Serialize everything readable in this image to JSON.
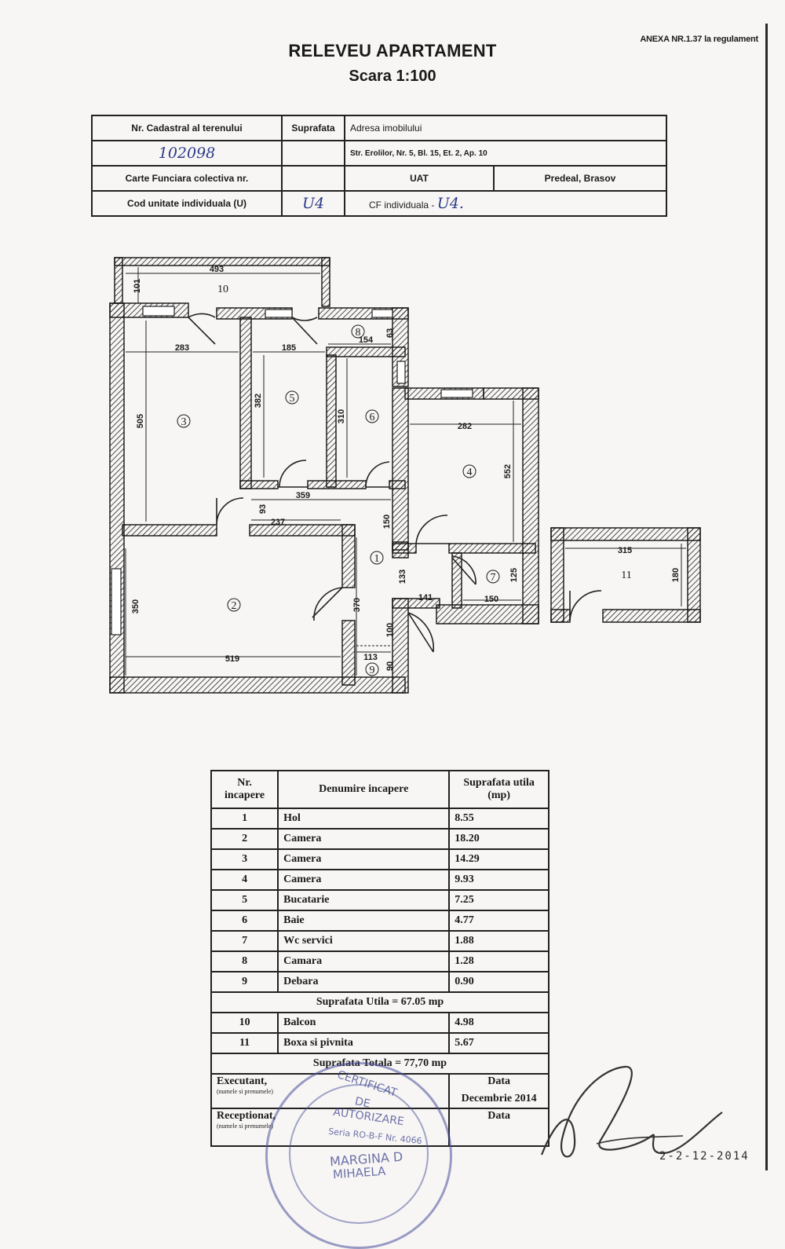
{
  "annex": "ANEXA NR.1.37 la regulament",
  "title": "RELEVEU APARTAMENT",
  "scale": "Scara 1:100",
  "header": {
    "cadastral_label": "Nr. Cadastral al terenului",
    "cadastral_value": "102098",
    "surface_label": "Suprafata",
    "address_label": "Adresa imobilului",
    "address_value": "Str. Erolilor, Nr. 5, Bl. 15, Et. 2, Ap. 10",
    "cf_collective_label": "Carte Funciara colectiva nr.",
    "uat_label": "UAT",
    "uat_value": "Predeal, Brasov",
    "unit_code_label": "Cod unitate individuala   (U)",
    "unit_code_value": "U4",
    "cf_individual_label": "CF   individuala -",
    "cf_individual_value": "U4."
  },
  "plan": {
    "dimensions": [
      "493",
      "101",
      "283",
      "185",
      "154",
      "63",
      "505",
      "382",
      "310",
      "282",
      "552",
      "359",
      "93",
      "237",
      "150",
      "133",
      "141",
      "150",
      "125",
      "315",
      "180",
      "350",
      "370",
      "519",
      "100",
      "113",
      "90"
    ],
    "room_numbers": [
      "1",
      "2",
      "3",
      "4",
      "5",
      "6",
      "7",
      "8",
      "9",
      "10",
      "11"
    ]
  },
  "rooms_table": {
    "headers": {
      "nr": "Nr. incapere",
      "name": "Denumire incapere",
      "area": "Suprafata utila (mp)"
    },
    "rows": [
      {
        "nr": "1",
        "name": "Hol",
        "area": "8.55"
      },
      {
        "nr": "2",
        "name": "Camera",
        "area": "18.20"
      },
      {
        "nr": "3",
        "name": "Camera",
        "area": "14.29"
      },
      {
        "nr": "4",
        "name": "Camera",
        "area": "9.93"
      },
      {
        "nr": "5",
        "name": "Bucatarie",
        "area": "7.25"
      },
      {
        "nr": "6",
        "name": "Baie",
        "area": "4.77"
      },
      {
        "nr": "7",
        "name": "Wc servici",
        "area": "1.88"
      },
      {
        "nr": "8",
        "name": "Camara",
        "area": "1.28"
      },
      {
        "nr": "9",
        "name": "Debara",
        "area": "0.90"
      }
    ],
    "useful_total": "Suprafata Utila = 67.05 mp",
    "extra_rows": [
      {
        "nr": "10",
        "name": "Balcon",
        "area": "4.98"
      },
      {
        "nr": "11",
        "name": "Boxa si pivnita",
        "area": "5.67"
      }
    ],
    "grand_total": "Suprafata Totala = 77,70 mp",
    "executant_label": "Executant,",
    "executant_note": "(numele si prenumele)",
    "receptionat_label": "Receptionat,",
    "receptionat_note": "(numele si prenumele)",
    "date_label": "Data",
    "date_value": "Decembrie 2014",
    "date_label_2": "Data"
  },
  "stamp": {
    "line1": "CERTIFICAT",
    "line2": "DE",
    "line3": "AUTORIZARE",
    "line4": "Seria RO-B-F Nr. 4066",
    "line5": "MARGINA D",
    "line6": "MIHAELA"
  },
  "signature_date": "2-2-12-2014",
  "colors": {
    "ink": "#1a1a1a",
    "stamp": "#4a4f9a",
    "handwriting": "#2c3a8a"
  }
}
